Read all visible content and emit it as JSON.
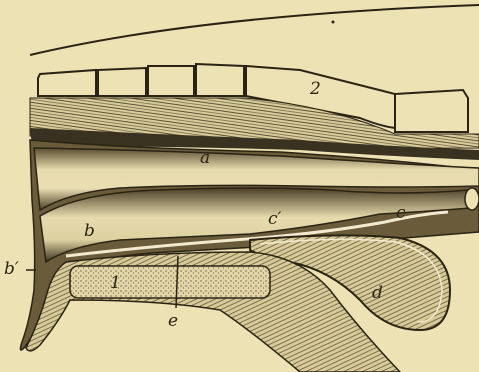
{
  "figure": {
    "background": "#ede2b4",
    "ink": "#2a2415",
    "labels": {
      "segment_2": "2",
      "a": "a",
      "b": "b",
      "b_prime": "b′",
      "c_prime": "c′",
      "c": "c",
      "region_1": "1",
      "d": "d",
      "e": "e"
    }
  }
}
